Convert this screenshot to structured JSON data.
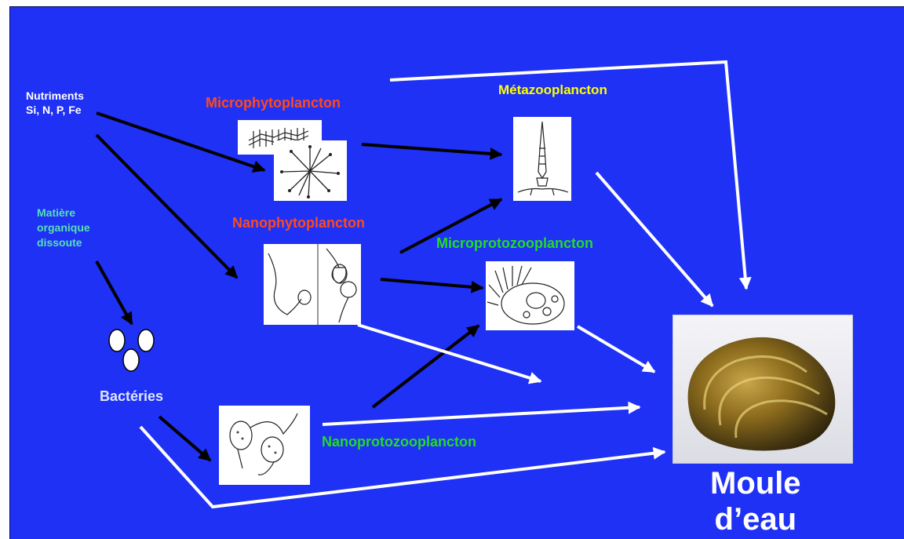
{
  "labels": {
    "nutrients_line1": "Nutriments",
    "nutrients_line2": "Si, N, P, Fe",
    "dom_line1": "Matière",
    "dom_line2": "organique",
    "dom_line3": "dissoute",
    "bacteria": "Bactéries",
    "microphytoplankton": "Microphytoplancton",
    "metazooplankton": "Métazooplancton",
    "nanophytoplankton": "Nanophytoplancton",
    "microprotozooplankton": "Microprotozooplancton",
    "nanoprotozooplankton": "Nanoprotozooplancton",
    "mussel_line1": "Moule",
    "mussel_line2": "d’eau"
  },
  "colors": {
    "background": "#1f31f5",
    "phyto_label": "#ff4a1c",
    "metazoo_label": "#ffff00",
    "protozoo_label": "#22dd22",
    "dom_label": "#55e0b4",
    "bacteria_label": "#dce6ff",
    "white": "#ffffff",
    "black_arrow": "#000000",
    "white_arrow": "#ffffff"
  },
  "icons": [
    "diatom-chain-icon",
    "star-diatom-icon",
    "copepod-icon",
    "flagellate-icon",
    "ciliate-icon",
    "nanoflagellate-icon",
    "bacteria-icon",
    "mussel-image"
  ]
}
